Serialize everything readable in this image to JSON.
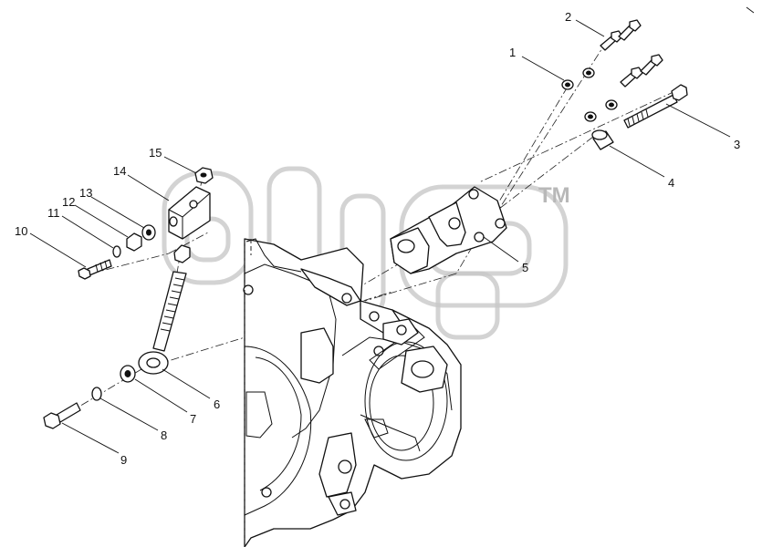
{
  "diagram": {
    "watermark_text": "alfa",
    "trademark": "TM",
    "callouts": [
      "1",
      "2",
      "3",
      "4",
      "5",
      "6",
      "7",
      "8",
      "9",
      "10",
      "11",
      "12",
      "13",
      "14",
      "15"
    ]
  }
}
